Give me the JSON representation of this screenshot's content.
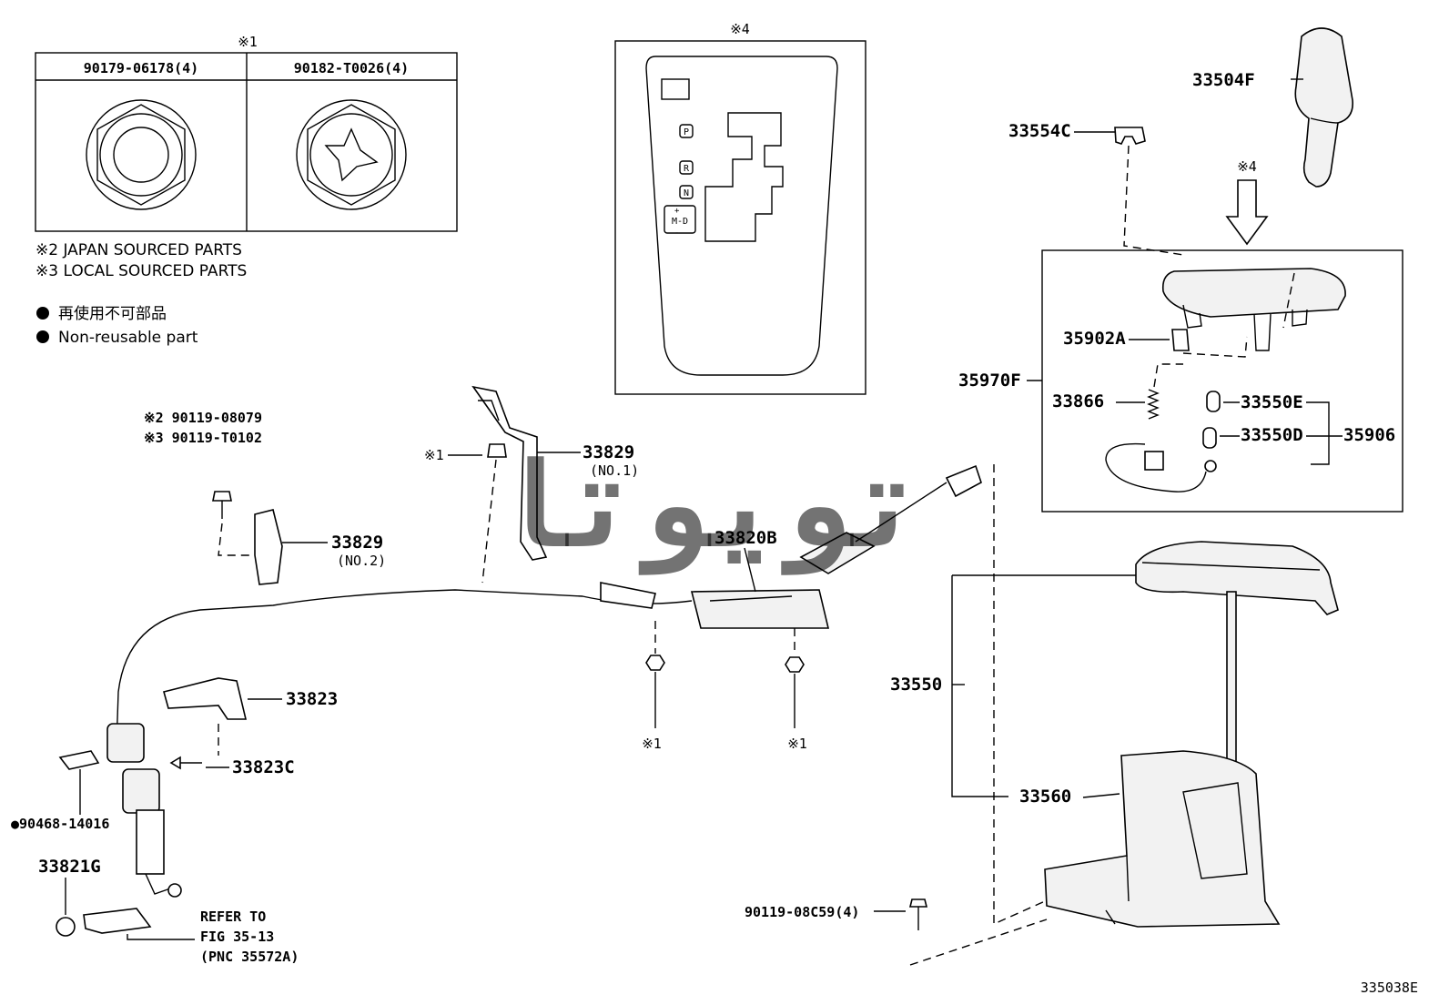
{
  "diagram": {
    "figure_code": "335038E",
    "watermark": "تویوتا",
    "legend": {
      "mark1": "※1",
      "mark4": "※4",
      "table_headers": [
        "90179-06178(4)",
        "90182-T0026(4)"
      ],
      "note2": "※2 JAPAN SOURCED PARTS",
      "note3": "※3 LOCAL SOURCED PARTS",
      "nonreusable_jp": "再使用不可部品",
      "nonreusable_en": "Non-reusable part"
    },
    "labels": {
      "p33504F": "33504F",
      "p33554C": "33554C",
      "mark4b": "※4",
      "p35902A": "35902A",
      "p35970F": "35970F",
      "p33866": "33866",
      "p33550E": "33550E",
      "p33550D": "33550D",
      "p35906": "35906",
      "p33550": "33550",
      "p33560": "33560",
      "p90119_08C59": "90119-08C59(4)",
      "m2_90119_08079": "※2 90119-08079",
      "m3_90119_T0102": "※3 90119-T0102",
      "m1a": "※1",
      "p33829a": "33829",
      "no1": "(NO.1)",
      "p33829b": "33829",
      "no2": "(NO.2)",
      "p33820B": "33820B",
      "p33823": "33823",
      "p33823C": "33823C",
      "p90468": "●90468-14016",
      "p33821G": "33821G",
      "refer1": "REFER TO",
      "refer2": "FIG 35-13",
      "refer3": "(PNC 35572A)",
      "m1b": "※1",
      "m1c": "※1"
    },
    "shift_gate": {
      "P": "P",
      "R": "R",
      "N": "N",
      "MD": "M-D",
      "plus": "+",
      "minus": "-"
    }
  }
}
